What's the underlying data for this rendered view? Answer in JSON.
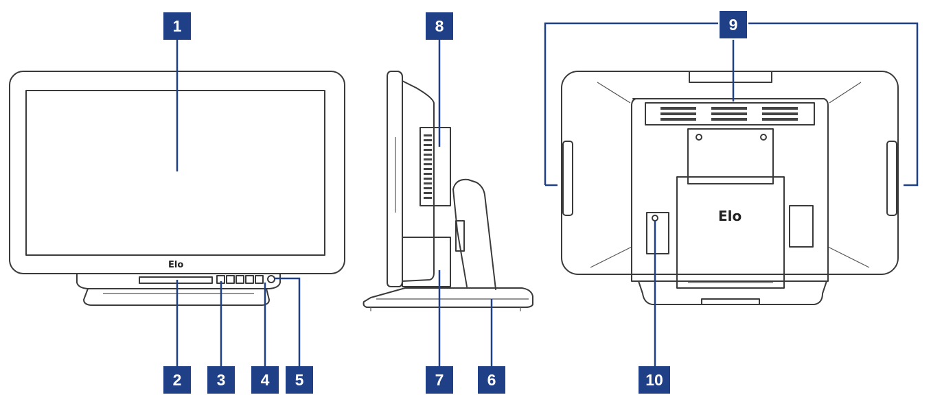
{
  "logo": {
    "brand": "Elo"
  },
  "callouts": [
    {
      "id": "c1",
      "label": "1"
    },
    {
      "id": "c2",
      "label": "2"
    },
    {
      "id": "c3",
      "label": "3"
    },
    {
      "id": "c4",
      "label": "4"
    },
    {
      "id": "c5",
      "label": "5"
    },
    {
      "id": "c6",
      "label": "6"
    },
    {
      "id": "c7",
      "label": "7"
    },
    {
      "id": "c8",
      "label": "8"
    },
    {
      "id": "c9",
      "label": "9"
    },
    {
      "id": "c10",
      "label": "10"
    }
  ],
  "colors": {
    "callout_bg": "#1f3f87",
    "callout_text": "#ffffff",
    "line_art": "#3a3a3a"
  }
}
